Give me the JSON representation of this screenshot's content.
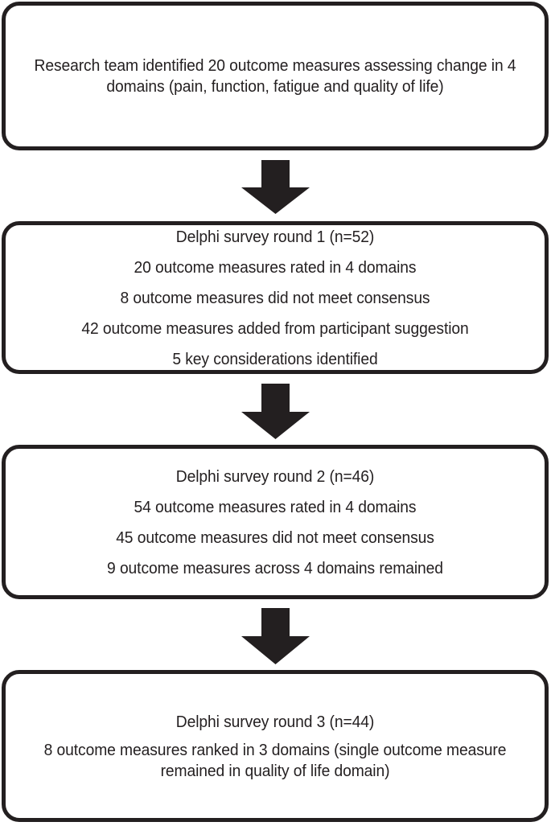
{
  "figure": {
    "type": "flowchart",
    "orientation": "vertical-top-to-bottom",
    "ink_color": "#231F20",
    "background_color": "#FFFFFF"
  },
  "nodes": [
    {
      "id": "research-team",
      "lines": [
        "Research team identified 20 outcome measures assessing change in 4 domains (pain, function, fatigue and quality of life)"
      ]
    },
    {
      "id": "delphi-round-1",
      "lines": [
        "Delphi survey round 1 (n=52)",
        "20 outcome measures rated in 4 domains",
        "8 outcome measures did not meet consensus",
        "42 outcome measures added from participant suggestion",
        "5 key considerations identified"
      ]
    },
    {
      "id": "delphi-round-2",
      "lines": [
        "Delphi survey round 2 (n=46)",
        "54 outcome measures rated in 4 domains",
        "45 outcome measures did not meet consensus",
        "9 outcome measures across 4 domains remained"
      ]
    },
    {
      "id": "delphi-round-3",
      "lines": [
        "Delphi survey round 3 (n=44)",
        "8 outcome measures ranked in 3 domains (single outcome measure remained in quality of life domain)"
      ]
    }
  ],
  "connectors": [
    {
      "id": "connector-1",
      "icon": "down-block-arrow-icon",
      "from": "research-team",
      "to": "delphi-round-1"
    },
    {
      "id": "connector-2",
      "icon": "down-block-arrow-icon",
      "from": "delphi-round-1",
      "to": "delphi-round-2"
    },
    {
      "id": "connector-3",
      "icon": "down-block-arrow-icon",
      "from": "delphi-round-2",
      "to": "delphi-round-3"
    }
  ]
}
